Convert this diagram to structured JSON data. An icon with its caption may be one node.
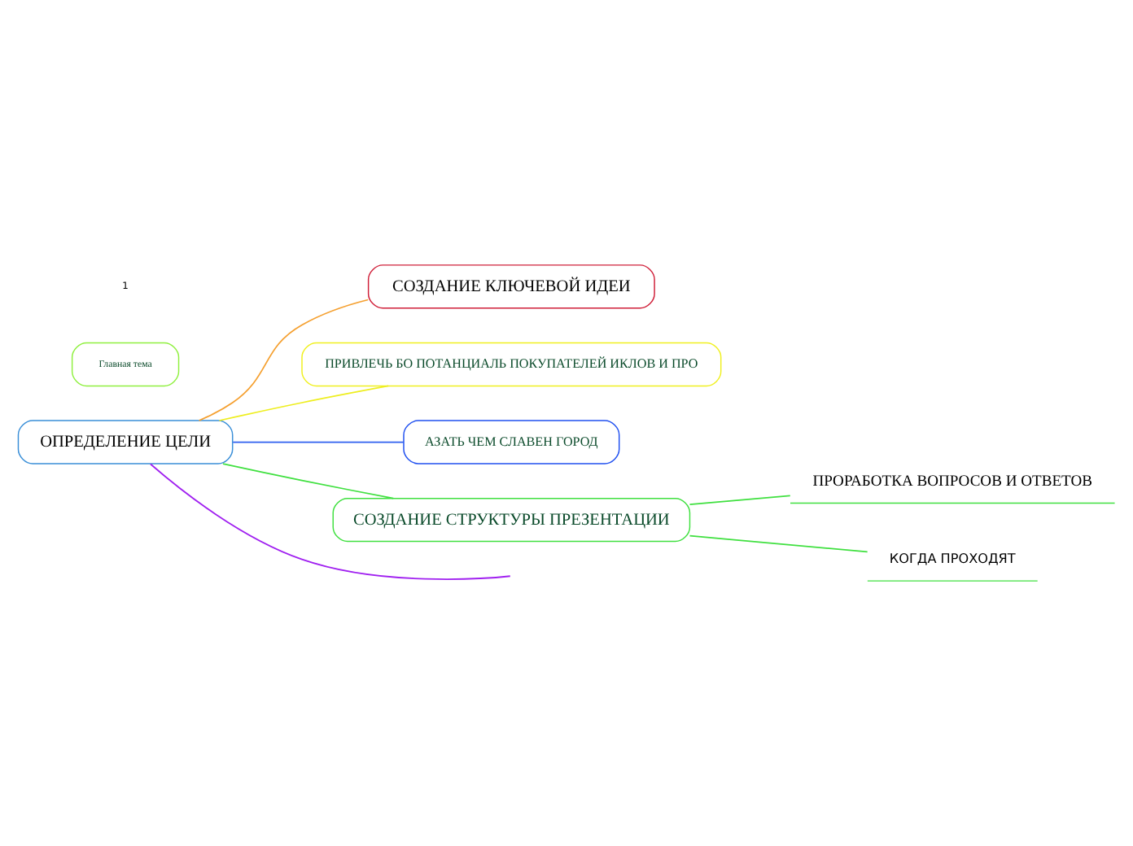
{
  "diagram": {
    "nodes": [
      {
        "text": [
          "ОПРЕДЕЛЕНИЕ ЦЕЛИ"
        ]
      },
      {
        "text": [
          "СОЗДАНИЕ КЛЮЧЕВОЙ ИДЕИ"
        ]
      },
      {
        "text": [
          "ПРИВЛЕЧЬ БО ПОТАНЦИАЛЬ ПОКУПАТЕЛЕЙ ИКЛОВ И ПРО"
        ]
      },
      {
        "text": [
          "АЗАТЬ ЧЕМ СЛАВЕН ГОРОД"
        ]
      },
      {
        "text": [
          "Главная тема"
        ]
      },
      {
        "text": [
          "СОЗДАНИЕ СТРУКТУРЫ ПРЕЗЕНТАЦИИ"
        ]
      },
      {
        "text": [
          "ПРОРАБОТКА ВОПРОСОВ И ОТВЕТОВ"
        ]
      },
      {
        "text": [
          "КОГДА ПРОХОДЯТ"
        ]
      }
    ],
    "edges": [
      {
        "from": 0,
        "to": 1,
        "arrow": "none",
        "color": "#f5a030"
      },
      {
        "from": 0,
        "to": 2,
        "arrow": "none",
        "color": "#eeee20"
      },
      {
        "from": 0,
        "to": 3,
        "arrow": "none",
        "color": "#3060f0"
      },
      {
        "from": 0,
        "to": 5,
        "arrow": "none"
      },
      {
        "from": 0,
        "to": null,
        "arrow": "none",
        "color": "#a020f0"
      },
      {
        "from": 5,
        "to": 6,
        "arrow": "none"
      },
      {
        "from": 5,
        "to": 7,
        "arrow": "none"
      }
    ],
    "labels": [
      "1"
    ]
  }
}
